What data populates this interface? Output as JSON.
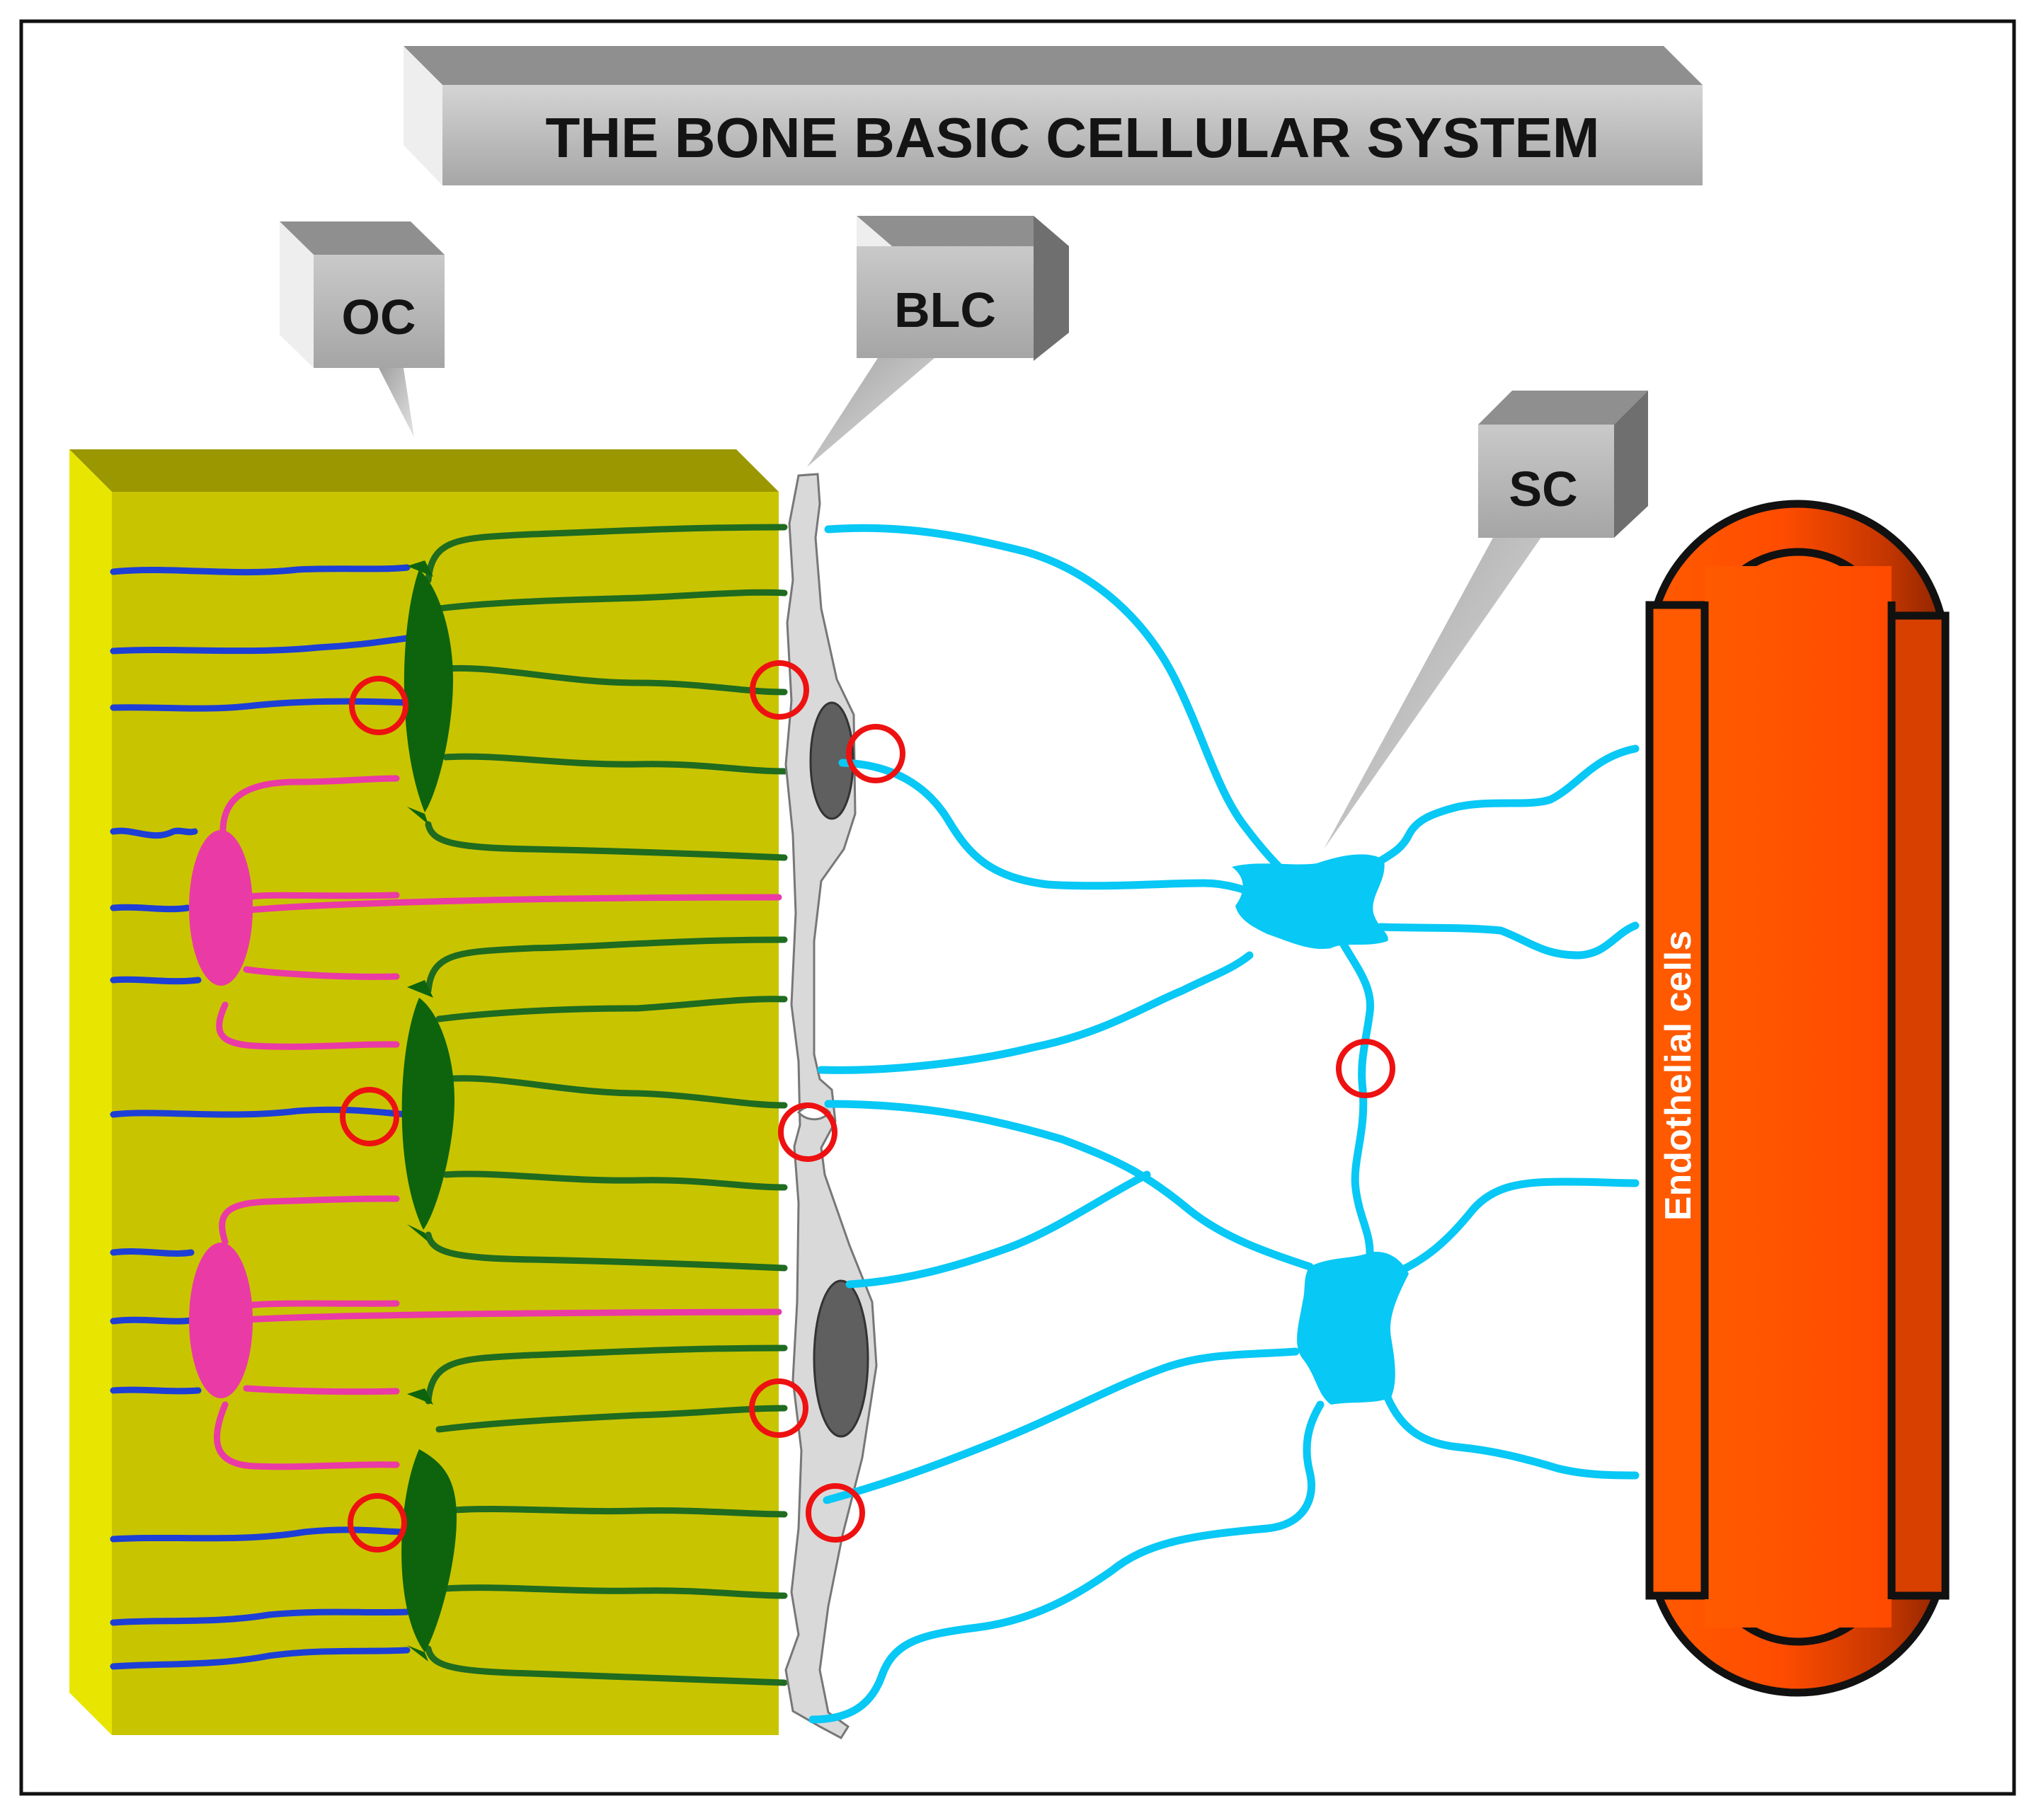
{
  "title": "THE BONE BASIC CELLULAR SYSTEM",
  "labels": {
    "oc": "OC",
    "blc": "BLC",
    "sc": "SC",
    "endothelial": "Endothelial cells"
  },
  "colors": {
    "bone_matrix": "#c9c400",
    "bone_top": "#9a9700",
    "bone_side": "#e8e600",
    "osteocyte": "#0d640d",
    "osteocyte_process": "#1f6b1f",
    "pink_cell": "#ea3aa6",
    "blue_process": "#1d3fd6",
    "lining_cell": "#d9d9d9",
    "lining_nucleus": "#5f5f5f",
    "stromal_cell": "#08c8f5",
    "vessel": "#ff5200",
    "gap_junction_marker": "#ee1111",
    "label_box": "#bdbdbd"
  }
}
